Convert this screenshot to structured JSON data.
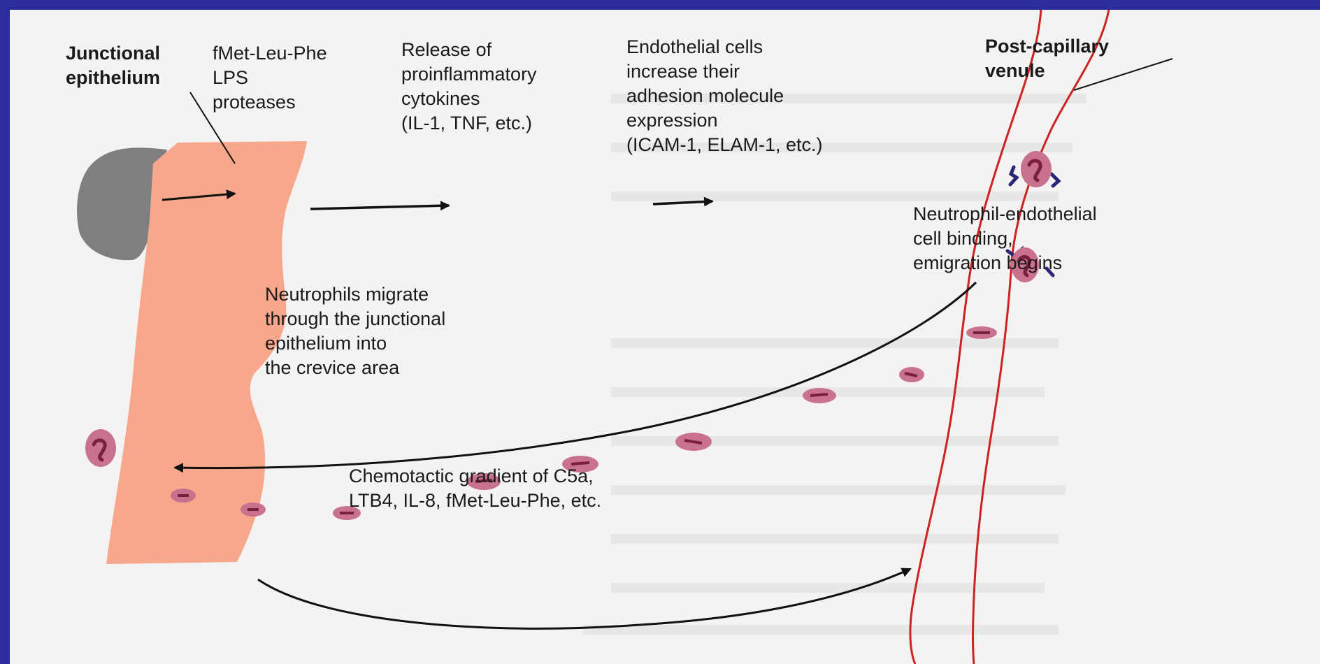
{
  "page": {
    "frame_color": "#2b2c9e",
    "background_color": "#f4f3f1"
  },
  "labels": {
    "junctional_epithelium": "Junctional\nepithelium",
    "fmet_lps": "fMet-Leu-Phe\nLPS\nproteases",
    "release_cytokines": "Release of\nproinflammatory\ncytokines\n(IL-1, TNF, etc.)",
    "endothelial_cells": "Endothelial cells\nincrease their\nadhesion molecule\nexpression\n(ICAM-1, ELAM-1, etc.)",
    "post_capillary_venule": "Post-capillary\nvenule",
    "neutrophil_binding": "Neutrophil-endothelial\ncell binding,\nemigration begins",
    "neutrophils_migrate": "Neutrophils migrate\nthrough the junctional\nepithelium into\nthe crevice area",
    "chemotactic_gradient": "Chemotactic gradient of C5a,\nLTB4, IL-8, fMet-Leu-Phe, etc."
  },
  "colors": {
    "epithelium": "#f7a78c",
    "tooth": "#7f7f81",
    "vessel_wall": "#cc2222",
    "neutrophil_fill": "#c9728f",
    "neutrophil_nucleus": "#7a1f3c",
    "adhesion_molecule": "#2a2575",
    "arrow": "#111111"
  },
  "icons": [
    "tooth-shape",
    "junctional-epithelium-shape",
    "venule-walls",
    "neutrophil-cell",
    "adhesion-molecule-marks",
    "arrow"
  ]
}
